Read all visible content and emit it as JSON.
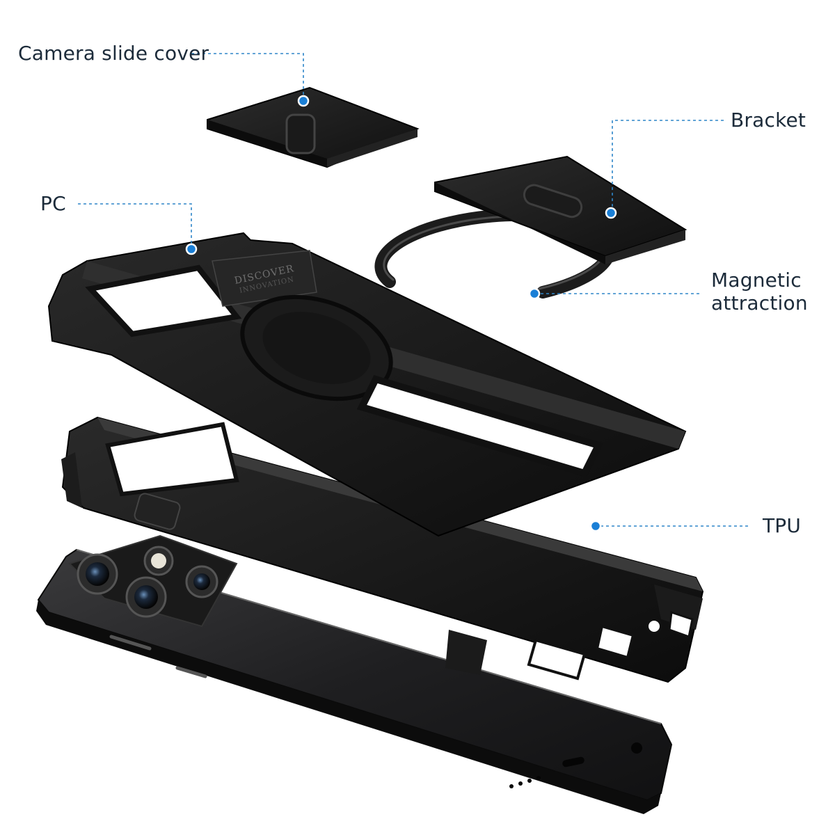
{
  "callouts": {
    "camera_slide_cover": "Camera slide cover",
    "bracket": "Bracket",
    "pc": "PC",
    "magnetic_line1": "Magnetic",
    "magnetic_line2": "attraction",
    "tpu": "TPU"
  },
  "imprint": {
    "line1": "DISCOVER",
    "line2": "INNOVATION"
  },
  "colors": {
    "label_text": "#1c2b3a",
    "leader_line": "#2e86c9",
    "marker_dot": "#1a7fd6",
    "case_black": "#141414",
    "background": "#ffffff"
  }
}
